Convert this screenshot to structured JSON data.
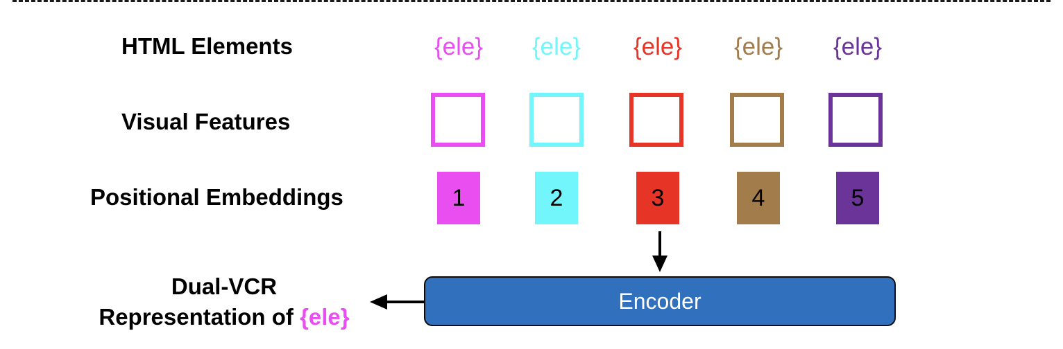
{
  "rows": {
    "html_elements": "HTML Elements",
    "visual_features": "Visual Features",
    "positional_embeddings": "Positional Embeddings"
  },
  "elements": [
    {
      "token": "{ele}",
      "index": "1",
      "color": "#e94ff0"
    },
    {
      "token": "{ele}",
      "index": "2",
      "color": "#73f5fc"
    },
    {
      "token": "{ele}",
      "index": "3",
      "color": "#e63526"
    },
    {
      "token": "{ele}",
      "index": "4",
      "color": "#a37c4c"
    },
    {
      "token": "{ele}",
      "index": "5",
      "color": "#6a3499"
    }
  ],
  "encoder": {
    "label": "Encoder",
    "color": "#3170bd"
  },
  "output": {
    "line1": "Dual-VCR",
    "line2_prefix": "Representation of ",
    "line2_token": "{ele}",
    "token_color": "#e94ff0"
  }
}
